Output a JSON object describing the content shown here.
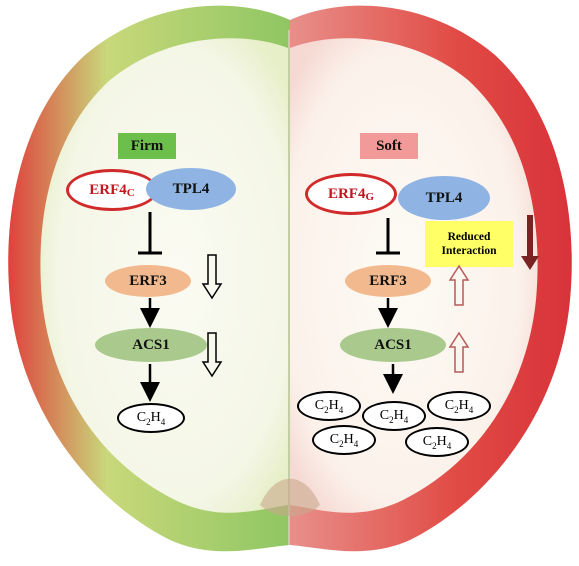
{
  "firm_label": "Firm",
  "soft_label": "Soft",
  "left": {
    "erf4_main": "ERF4",
    "erf4_sub": "C",
    "tpl4": "TPL4",
    "erf3": "ERF3",
    "acs1": "ACS1",
    "c2h4": [
      {
        "pre": "C",
        "sub1": "2",
        "mid": "H",
        "sub2": "4"
      }
    ]
  },
  "right": {
    "erf4_main": "ERF4",
    "erf4_sub": "G",
    "tpl4": "TPL4",
    "erf3": "ERF3",
    "acs1": "ACS1",
    "reduced_line1": "Reduced",
    "reduced_line2": "Interaction",
    "c2h4": [
      {
        "pre": "C",
        "sub1": "2",
        "mid": "H",
        "sub2": "4"
      },
      {
        "pre": "C",
        "sub1": "2",
        "mid": "H",
        "sub2": "4"
      },
      {
        "pre": "C",
        "sub1": "2",
        "mid": "H",
        "sub2": "4"
      },
      {
        "pre": "C",
        "sub1": "2",
        "mid": "H",
        "sub2": "4"
      },
      {
        "pre": "C",
        "sub1": "2",
        "mid": "H",
        "sub2": "4"
      }
    ]
  },
  "colors": {
    "firm_bg": "#6dbf4b",
    "soft_bg": "#f29a99",
    "erf4_border": "#d12a2a",
    "tpl4": "#8fb4e3",
    "erf3": "#f3b98e",
    "acs1": "#a9c98d",
    "down_arrow_dark": "#7a2323",
    "up_arrow_outline": "#b65a5a"
  }
}
